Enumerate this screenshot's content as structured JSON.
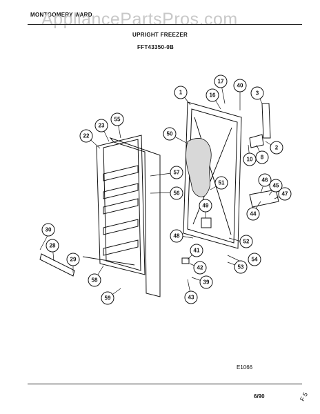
{
  "header": {
    "brand": "MONTGOMERY WARD",
    "watermark": "AppliancePartsPros.com",
    "title": "UPRIGHT FREEZER",
    "model": "FFT43350-0B"
  },
  "footer": {
    "diagram_code": "E1066",
    "date": "6/90",
    "corner_mark": "F 5"
  },
  "callouts": [
    "1",
    "2",
    "3",
    "8",
    "10",
    "16",
    "17",
    "22",
    "23",
    "28",
    "29",
    "30",
    "39",
    "40",
    "41",
    "42",
    "43",
    "44",
    "45",
    "46",
    "47",
    "48",
    "49",
    "50",
    "51",
    "52",
    "53",
    "54",
    "55",
    "56",
    "57",
    "58",
    "59"
  ]
}
